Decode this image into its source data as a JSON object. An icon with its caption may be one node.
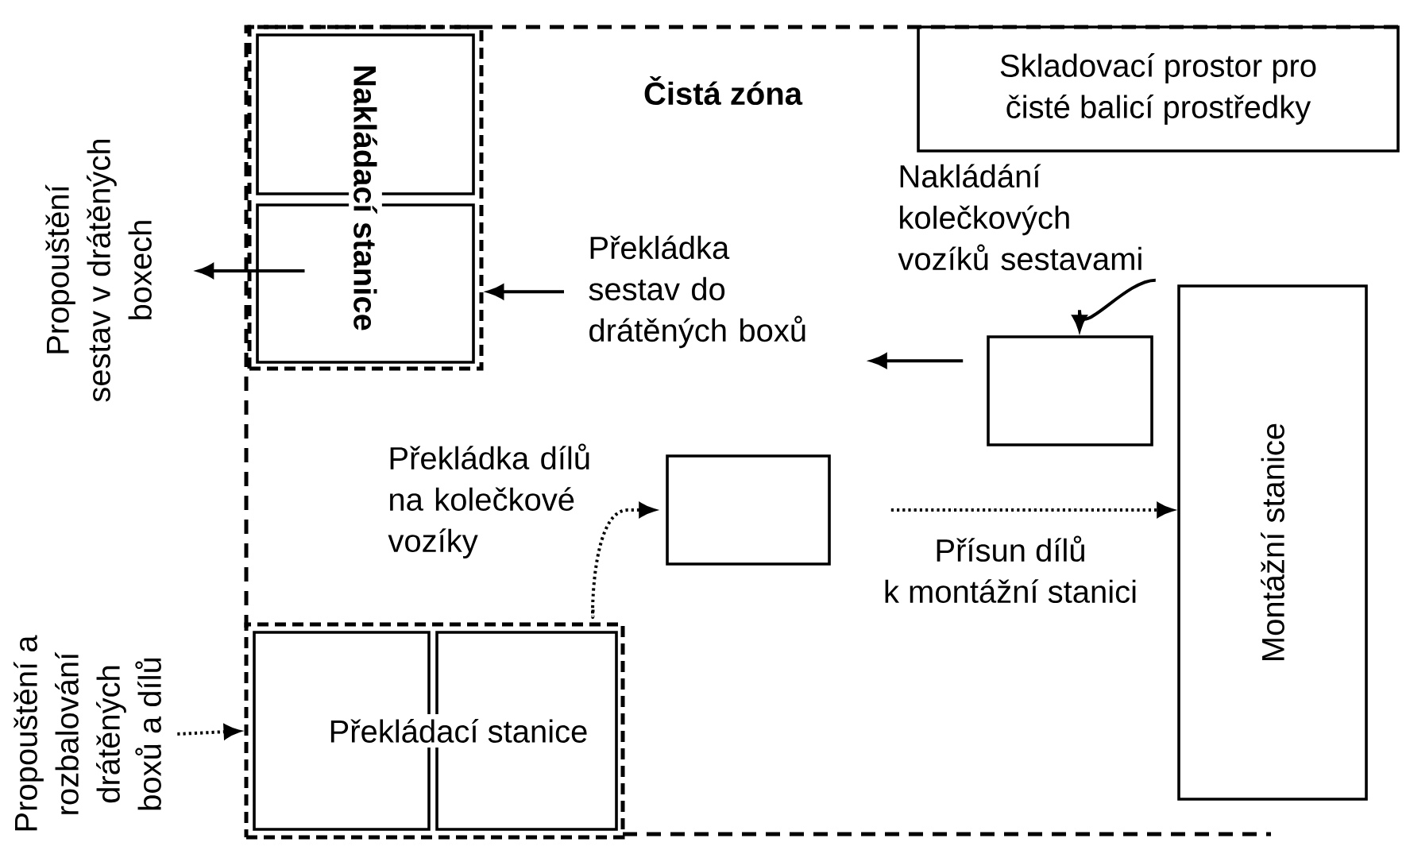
{
  "diagram": {
    "nodes": [
      {
        "text": [
          "Čistá zóna"
        ]
      },
      {
        "text": [
          "Nakládací stanice"
        ],
        "in": 0
      },
      {
        "text": [
          "Skladovací prostor pro čisté balicí prostředky"
        ],
        "in": 0
      },
      {
        "text": [
          "Propouštění sestav v drátěných boxech"
        ]
      },
      {
        "text": [
          "Překládka sestav do drátěných boxů"
        ],
        "in": 0
      },
      {
        "text": [
          "Nakládání kolečkových vozíků sestavami"
        ],
        "in": 0
      },
      {
        "text": [],
        "shape": "box",
        "in": 0
      },
      {
        "text": [
          "Montážní stanice"
        ],
        "in": 0
      },
      {
        "text": [],
        "shape": "box",
        "in": 0
      },
      {
        "text": [
          "Překládací stanice"
        ],
        "in": 0
      },
      {
        "text": [
          "Propouštění a rozbalování drátěných boxů a dílů"
        ]
      }
    ],
    "edges": [
      {
        "from": 1,
        "to": 3,
        "arrow": "to"
      },
      {
        "from": 4,
        "to": 1,
        "arrow": "to"
      },
      {
        "from": 6,
        "to": 4,
        "arrow": "to"
      },
      {
        "from": 5,
        "to": 6,
        "arrow": "to"
      },
      {
        "from": 9,
        "to": 8,
        "arrow": "to",
        "style": "dashed",
        "label": "Překládka dílů na kolečkové vozíky"
      },
      {
        "from": 8,
        "to": 7,
        "arrow": "to",
        "style": "dashed",
        "label": "Přísun dílů k montážní stanici"
      },
      {
        "from": 10,
        "to": 9,
        "arrow": "to",
        "style": "dashed"
      }
    ]
  }
}
